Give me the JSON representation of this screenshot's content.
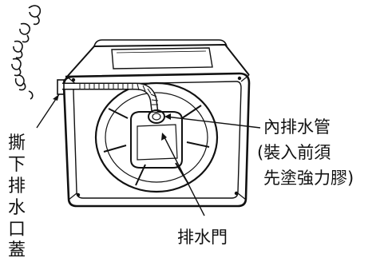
{
  "labels": {
    "inner_drain_pipe": "內排水管",
    "apply_glue_line1": "(裝入前須",
    "apply_glue_line2": "先塗強力膠)",
    "drain_valve": "排水門",
    "peel_cap": [
      "撕",
      "下",
      "排",
      "水",
      "口",
      "蓋"
    ]
  },
  "colors": {
    "ink": "#111111",
    "paper": "#ffffff"
  }
}
